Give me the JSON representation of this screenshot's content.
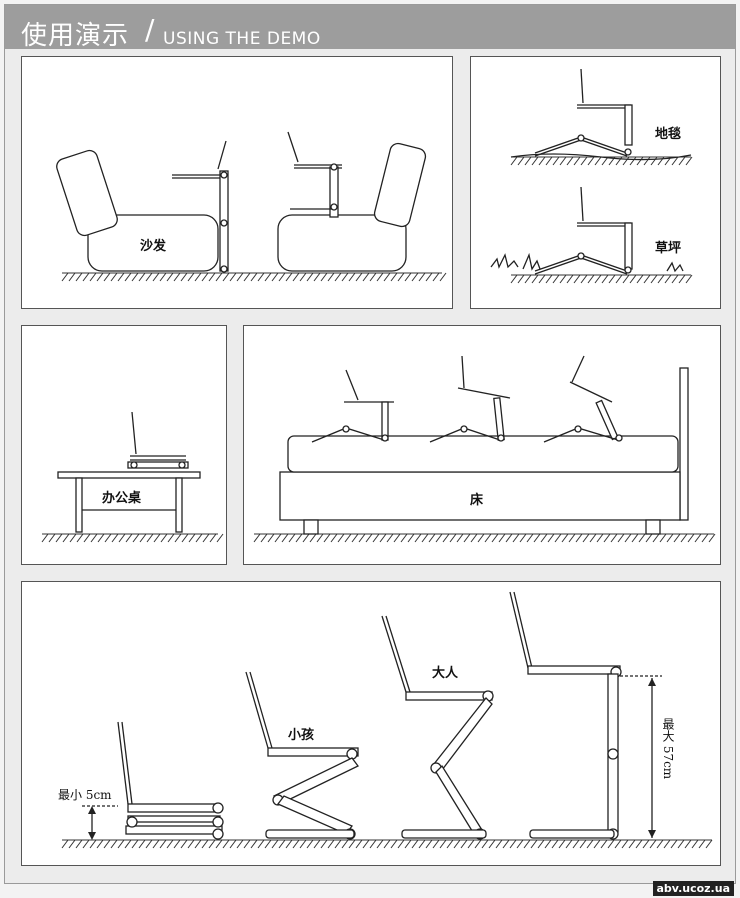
{
  "header": {
    "title_cn": "使用演示",
    "slash": "/",
    "title_en": "USING THE DEMO"
  },
  "labels": {
    "sofa": "沙发",
    "carpet": "地毯",
    "lawn": "草坪",
    "desk": "办公桌",
    "bed": "床",
    "child": "小孩",
    "adult": "大人",
    "min_height": "最小 5cm",
    "max_height": "最大 57cm"
  },
  "watermark": "abv.ucoz.ua",
  "colors": {
    "header_bg": "#9d9d9d",
    "frame_bg": "#ececec",
    "panel_bg": "#ffffff",
    "line": "#222222"
  }
}
